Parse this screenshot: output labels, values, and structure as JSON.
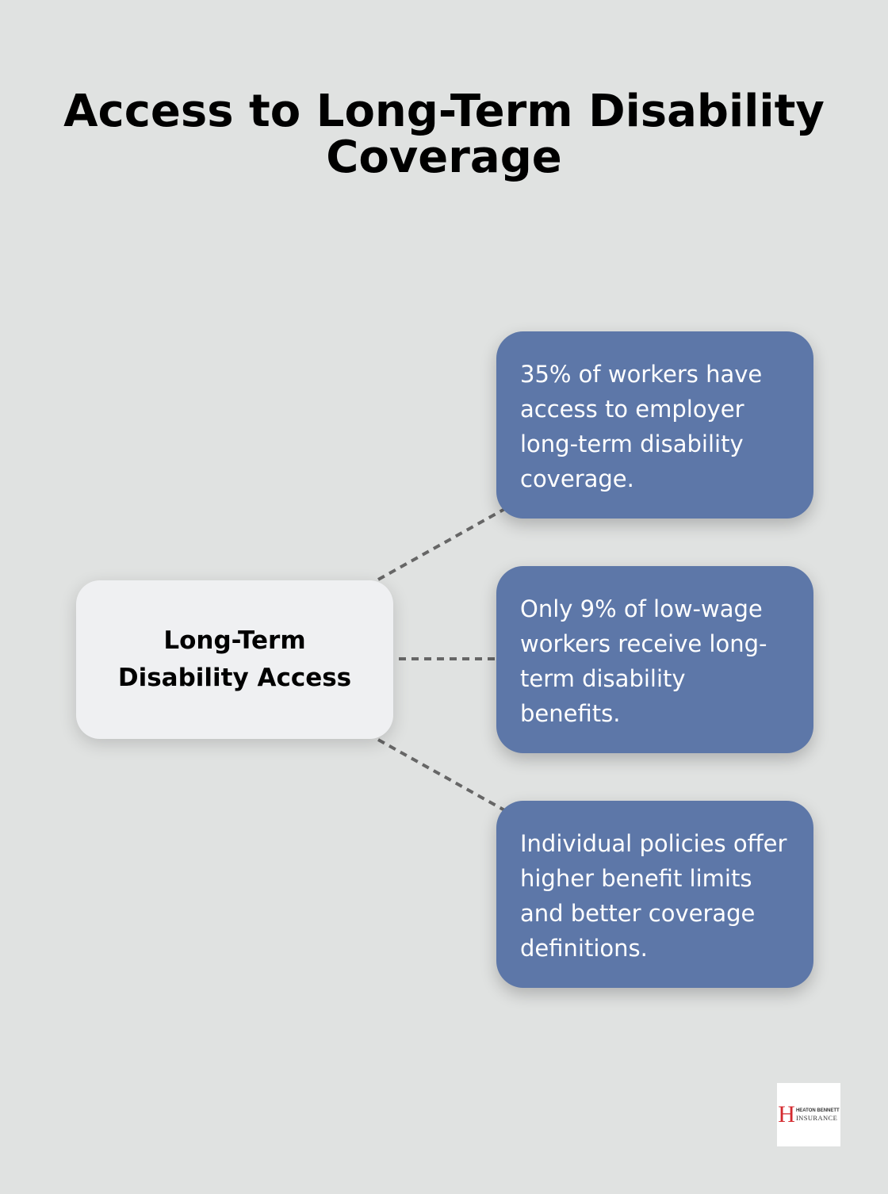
{
  "title": "Access to Long-Term Disability Coverage",
  "diagram": {
    "center_node": {
      "label": "Long-Term Disability Access"
    },
    "leaf_nodes": [
      {
        "text": "35% of workers have access to employer long-term disability coverage."
      },
      {
        "text": "Only 9% of low-wage workers receive long-term disability benefits."
      },
      {
        "text": "Individual policies offer higher benefit limits and better coverage definitions."
      }
    ]
  },
  "logo": {
    "initial": "H",
    "line1": "HEATON BENNETT",
    "line2": "INSURANCE"
  },
  "colors": {
    "background": "#e0e2e1",
    "center_node": "#eff0f2",
    "leaf_node": "#5d77a8",
    "connector": "#666666",
    "logo_accent": "#d42a2f"
  }
}
